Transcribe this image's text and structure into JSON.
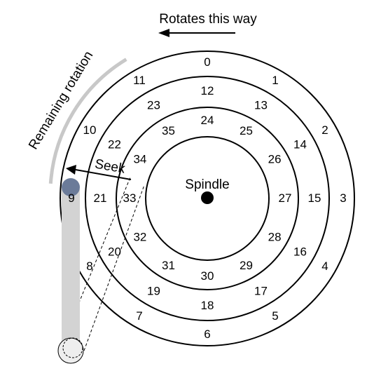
{
  "labels": {
    "rotates": "Rotates this way",
    "remaining": "Remaining rotation",
    "seek": "Seek",
    "spindle": "Spindle"
  },
  "sectors": {
    "outer": [
      "0",
      "1",
      "2",
      "3",
      "4",
      "5",
      "6",
      "7",
      "8",
      "9",
      "10",
      "11"
    ],
    "middle": [
      "12",
      "13",
      "14",
      "15",
      "16",
      "17",
      "18",
      "19",
      "20",
      "21",
      "22",
      "23"
    ],
    "inner": [
      "24",
      "25",
      "26",
      "27",
      "28",
      "29",
      "30",
      "31",
      "32",
      "33",
      "34",
      "35"
    ]
  },
  "colors": {
    "stroke": "#000000",
    "arm": "#d3d3d3",
    "head": "#6b7b99",
    "arc": "#c8c8c8",
    "pivot": "#eeeeee"
  }
}
